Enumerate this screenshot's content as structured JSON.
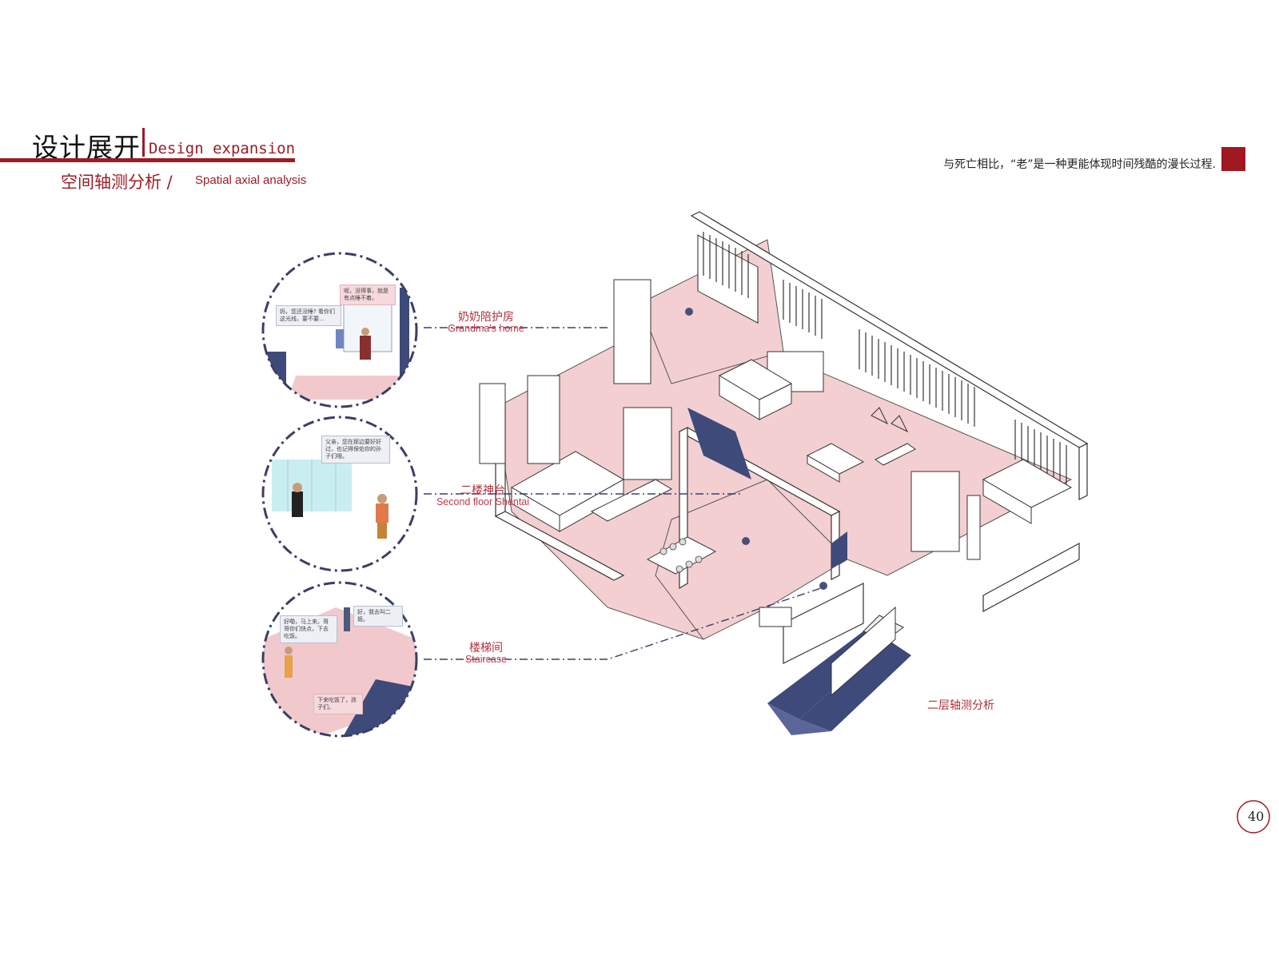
{
  "header": {
    "title_cn": "设计展开",
    "title_en": "Design expansion",
    "subtitle_cn": "空间轴测分析 /",
    "subtitle_en": "Spatial axial analysis"
  },
  "quote": "与死亡相比，“老”是一种更能体现时间残酷的漫长过程.",
  "callouts": [
    {
      "cn": "奶奶陪护房",
      "en": "Grandma's home",
      "speech": [
        "妈，您还没睡? 看你们这光线，要不要…",
        "呢，没得事，就是有点睡不着。"
      ]
    },
    {
      "cn": "二楼神台",
      "en": "Second floor Shentai",
      "speech": [
        "父亲，您在那边要好好过，也记得保佑你的孙子们哦。"
      ]
    },
    {
      "cn": "楼梯间",
      "en": "Staircase",
      "speech": [
        "好嘞，马上来。哥哥你们快点，下去吃饭。",
        "好，我去叫二姐。",
        "下来吃饭了，孩子们。"
      ]
    }
  ],
  "caption": "二层轴测分析",
  "page_number": "40",
  "colors": {
    "accent": "#9b1c24",
    "floor_pink": "#f1c9cc",
    "stair_navy": "#3e4a7a",
    "dashed_line": "#3b3f66"
  }
}
